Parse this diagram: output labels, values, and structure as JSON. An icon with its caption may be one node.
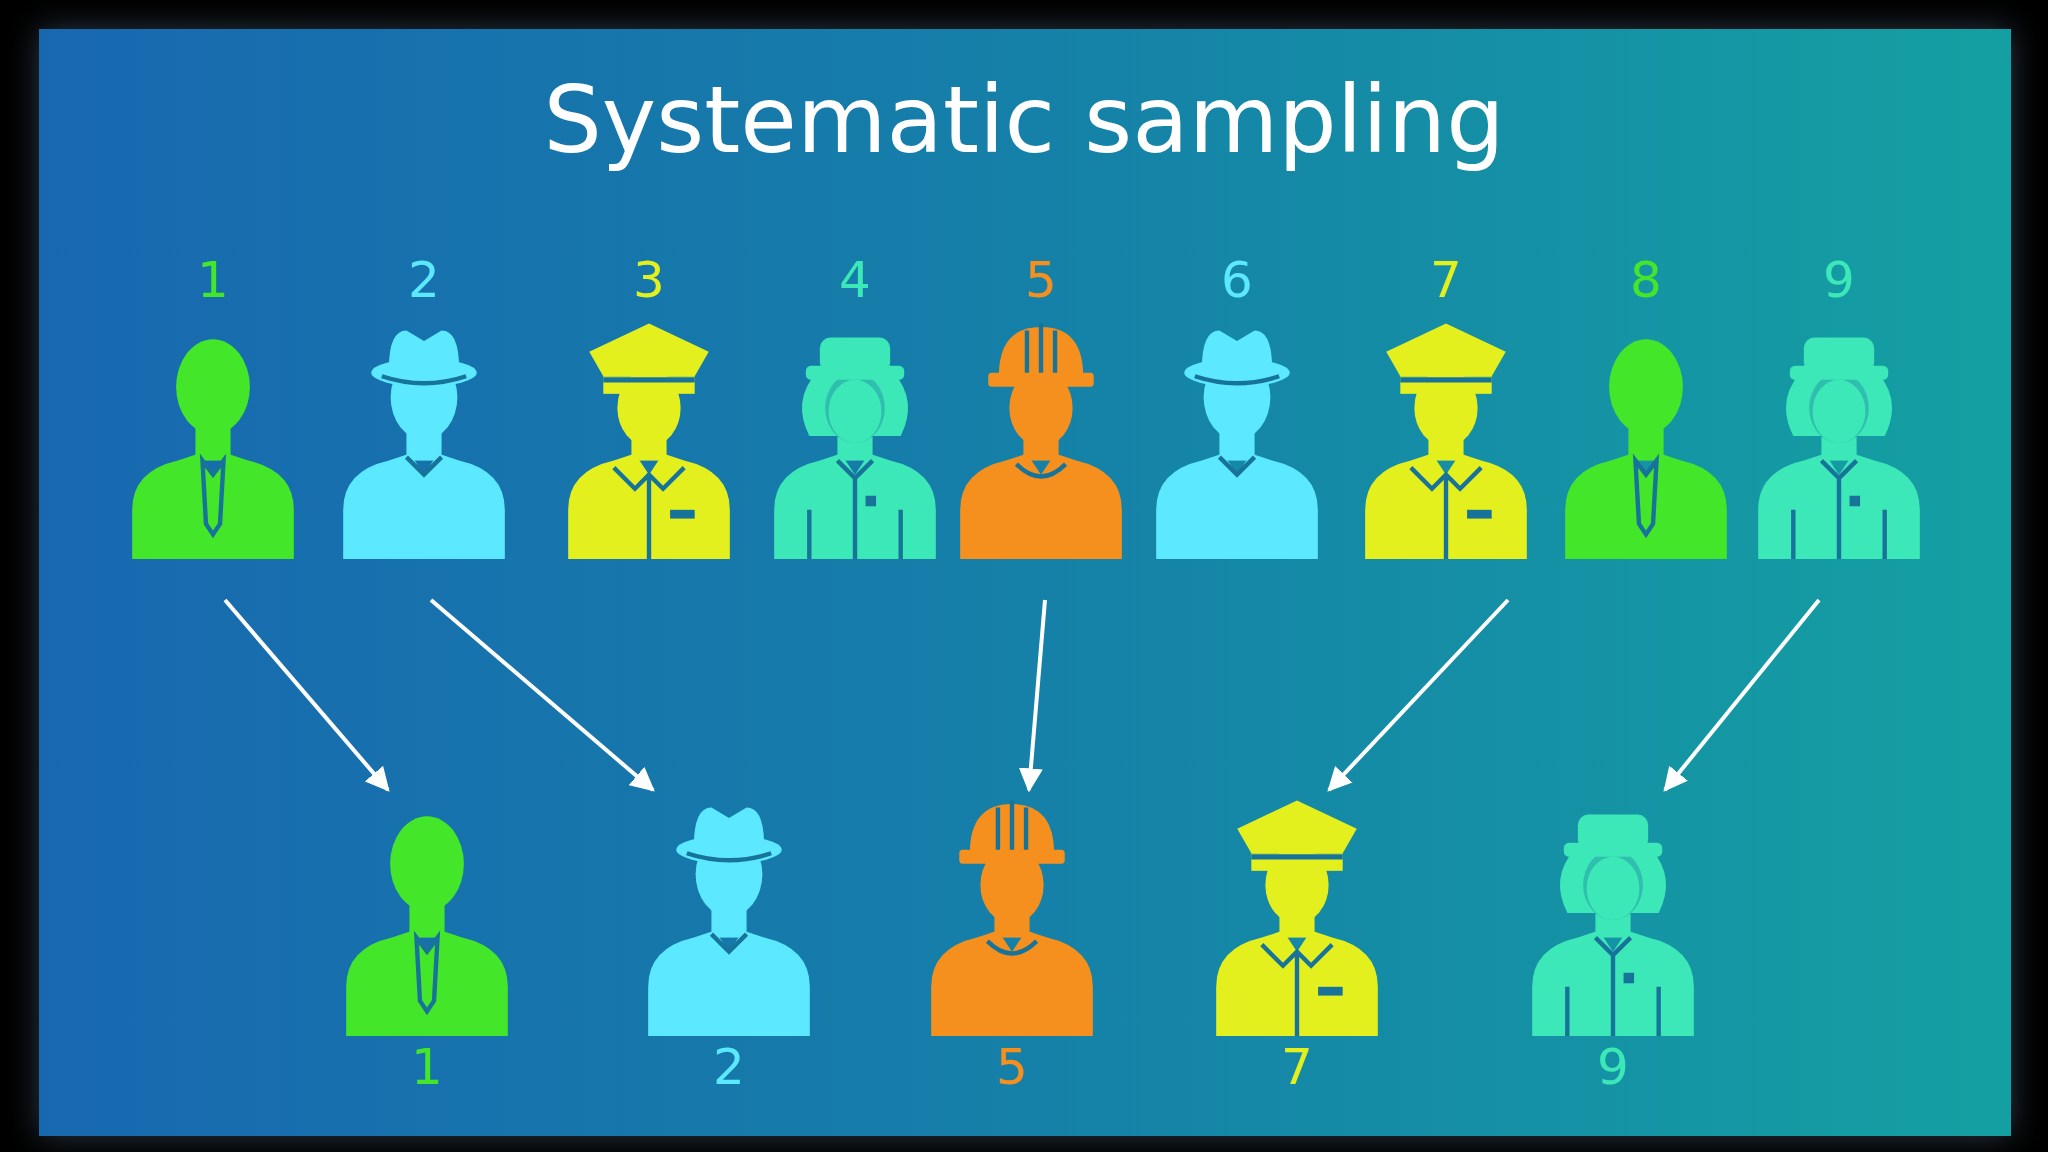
{
  "diagram": {
    "title": "Systematic sampling",
    "nodes": [
      {
        "text": [
          "1"
        ]
      },
      {
        "text": [
          "2"
        ]
      },
      {
        "text": [
          "3"
        ]
      },
      {
        "text": [
          "4"
        ]
      },
      {
        "text": [
          "5"
        ]
      },
      {
        "text": [
          "6"
        ]
      },
      {
        "text": [
          "7"
        ]
      },
      {
        "text": [
          "8"
        ]
      },
      {
        "text": [
          "9"
        ]
      },
      {
        "text": [
          "1"
        ]
      },
      {
        "text": [
          "2"
        ]
      },
      {
        "text": [
          "5"
        ]
      },
      {
        "text": [
          "7"
        ]
      },
      {
        "text": [
          "9"
        ]
      }
    ],
    "edges": [
      {
        "from": 0,
        "to": 9,
        "arrow": "to"
      },
      {
        "from": 1,
        "to": 10,
        "arrow": "to"
      },
      {
        "from": 4,
        "to": 11,
        "arrow": "to"
      },
      {
        "from": 6,
        "to": 12,
        "arrow": "to"
      },
      {
        "from": 8,
        "to": 13,
        "arrow": "to"
      }
    ]
  }
}
